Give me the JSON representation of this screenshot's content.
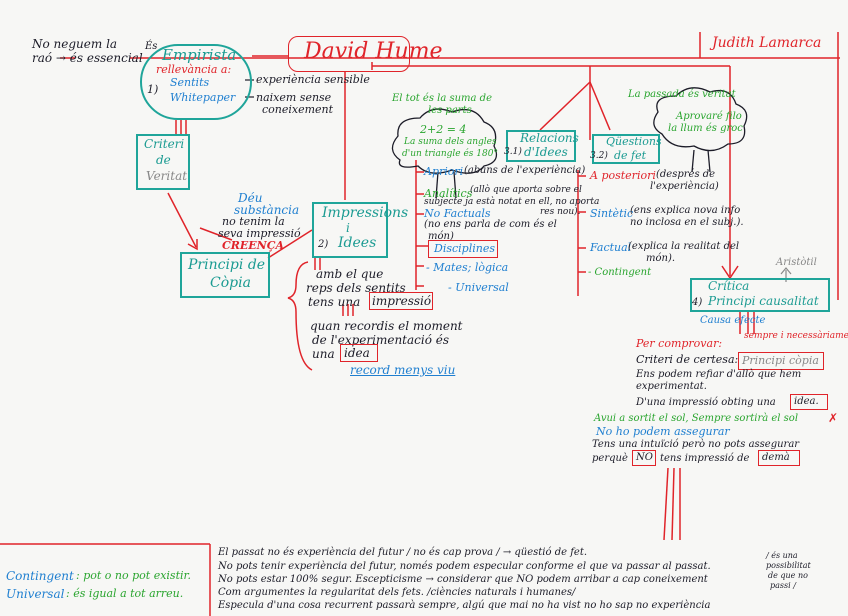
{
  "header": {
    "title": "David Hume",
    "author": "Judith Lamarca",
    "top_note_line1": "No neguem la",
    "top_note_line2": "raó → és essencial"
  },
  "empirista": {
    "es_label": "És",
    "title": "Empirista",
    "relevance": "rellevància a:",
    "num": "1)",
    "item1": "Sentits",
    "item2": "Whitepaper",
    "item1_note": "experiència sensible",
    "item2_note_line1": "naixem sense",
    "item2_note_line2": "coneixement"
  },
  "criteri": {
    "line1": "Criteri",
    "line2": "de",
    "line3": "Veritat"
  },
  "deu": {
    "line1": "Déu",
    "line2": "substància",
    "line3": "no tenim la",
    "line4": "seva impressió",
    "line5": "CREENÇA"
  },
  "impressions": {
    "line1": "Impressions",
    "line2": "i",
    "line3": "Idees",
    "num": "2)"
  },
  "principi_copia": {
    "line1": "Principi de",
    "line2": "Còpia"
  },
  "perception": {
    "line1": "amb el que",
    "line2": "reps dels sentits",
    "line3a": "tens una",
    "line3b": "impressió",
    "line4": "quan recordis el moment",
    "line5": "de l'experimentació és",
    "line6a": "una",
    "line6b": "idea",
    "line7": "record menys viu"
  },
  "cloud_left": {
    "caption1": "El tot és la suma de",
    "caption2": "les parts",
    "eq1": "2+2 = 4",
    "eq2": "La suma dels angles",
    "eq3": "d'un triangle és 180°"
  },
  "relacions": {
    "num": "3.1)",
    "line1": "Relacions",
    "line2": "d'Idees",
    "apriori": "Apriori",
    "apriori_note": "(abans de l'experiència)",
    "analitics": "Analítics",
    "analitics_note1": "(allò que aporta sobre el",
    "analitics_note2": "subjecte ja està notat en ell, no aporta",
    "analitics_note3": "res nou).",
    "nofactuals": "No Factuals",
    "nofactuals_note1": "(no ens parla de com és el",
    "nofactuals_note2": "món)",
    "disciplines": "Disciplines",
    "disciplines_list": "- Mates; lògica",
    "universal": "- Universal"
  },
  "cloud_right": {
    "caption1": "La passada és veritat",
    "caption2": "Aprovaré filo",
    "caption3": "la llum és groc"
  },
  "questions": {
    "num": "3.2)",
    "line1": "Qüestions",
    "line2": "de fet",
    "aposteriori": "A posteriori",
    "aposteriori_note1": "(després de",
    "aposteriori_note2": "l'experiència)",
    "sintetic": "Sintètic",
    "sintetic_note1": "(ens explica nova info",
    "sintetic_note2": "no inclosa en el subj.).",
    "factual": "Factual",
    "factual_note1": "(explica la realitat del",
    "factual_note2": "món).",
    "contingent": "- Contingent"
  },
  "critica": {
    "line1": "Crítica",
    "line2": "Principi causalitat",
    "num": "4)",
    "aristotil": "Aristòtil",
    "causa": "Causa efecte",
    "sempre": "sempre i necessàriament"
  },
  "comprovar": {
    "title": "Per comprovar:",
    "criteri_label": "Criteri de certesa:",
    "criteri_value": "Principi còpia",
    "line2": "Ens podem refiar d'allò que hem",
    "line3": "experimentat.",
    "line4a": "D'una impressió obting una",
    "line4b": "idea."
  },
  "sol": {
    "line1": "Avui a sortit el sol, Sempre sortirà el sol",
    "line2": "No ho podem assegurar",
    "line3": "Tens una intuïció però no pots assegurar",
    "line4a": "perquè",
    "line4b": "NO",
    "line4c": "tens impressió de",
    "line4d": "demà"
  },
  "definitions": {
    "contingent_label": "Contingent",
    "contingent_text": ": pot o no pot existir.",
    "universal_label": "Universal",
    "universal_text": ": és igual a tot arreu."
  },
  "bottom_note": {
    "line1": "El passat no és experiència del futur / no és cap prova / → qüestió de fet.",
    "line2": "No pots tenir experiència del futur, només podem especular conforme el que va passar al passat.",
    "line3": "No pots estar 100% segur. Escepticisme → considerar que NO podem arribar a cap coneixement",
    "line4": "Com argumentes la regularitat dels fets. /ciències naturals i humanes/",
    "line5": "Especula d'una cosa recurrent passarà sempre, algú que mai no ha vist no ho sap no experiència",
    "side1": "/ és una",
    "side2": "possibilitat",
    "side3": "de que no",
    "side4": "passi /"
  },
  "colors": {
    "red": "#e0242a",
    "teal": "#1fa59a",
    "green": "#2aa52f",
    "blue": "#1f7fd0",
    "ink": "#1c1c28"
  }
}
